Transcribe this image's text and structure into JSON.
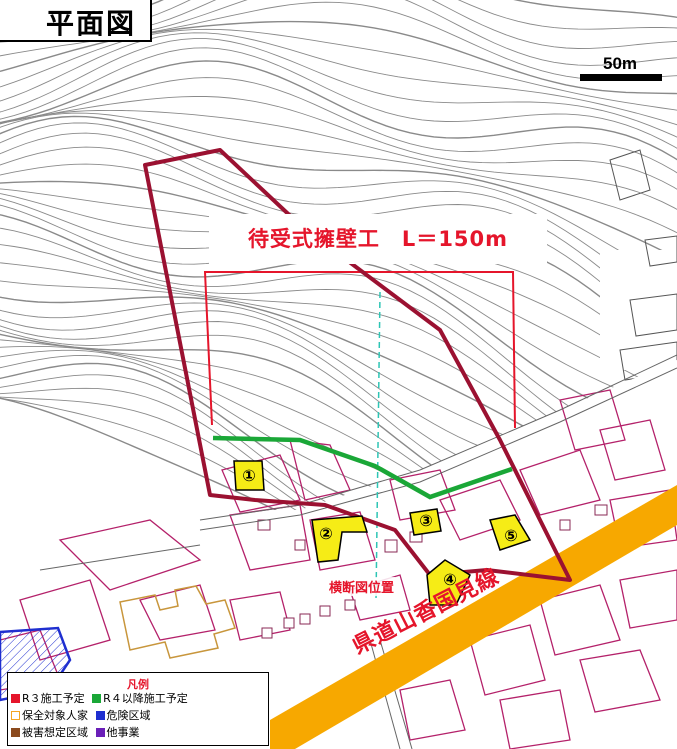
{
  "figure": {
    "title": "平面図"
  },
  "scale": {
    "label": "50m"
  },
  "structure": {
    "label": "待受式擁壁工　L＝150m"
  },
  "section": {
    "label": "横断図位置"
  },
  "road": {
    "label": "県道山香国見線"
  },
  "markers": [
    {
      "label": "①"
    },
    {
      "label": "②"
    },
    {
      "label": "③"
    },
    {
      "label": "④"
    },
    {
      "label": "⑤"
    }
  ],
  "legend": {
    "title": "凡例",
    "items": [
      {
        "label": "R３施工予定",
        "color": "#e5152b",
        "style": "fill"
      },
      {
        "label": "R４以降施工予定",
        "color": "#1aa737",
        "style": "fill"
      },
      {
        "label": "保全対象人家",
        "color": "#f5a623",
        "style": "outline"
      },
      {
        "label": "危険区域",
        "color": "#1f2fd0",
        "style": "fill"
      },
      {
        "label": "被害想定区域",
        "color": "#8b4a1d",
        "style": "fill"
      },
      {
        "label": "他事業",
        "color": "#6a1fb8",
        "style": "fill"
      }
    ]
  },
  "colors": {
    "contour": "#7d7d7d",
    "hazard_outline": "#9b1131",
    "planned_r3": "#e5152b",
    "planned_r4": "#1aa737",
    "section_line": "#2ec5b5",
    "road_fill": "#f7a800",
    "parcel": "#b4216a",
    "protected_house": "#c8963c",
    "danger_area": "#1f2fd0",
    "marker_fill": "#f6ec16"
  }
}
